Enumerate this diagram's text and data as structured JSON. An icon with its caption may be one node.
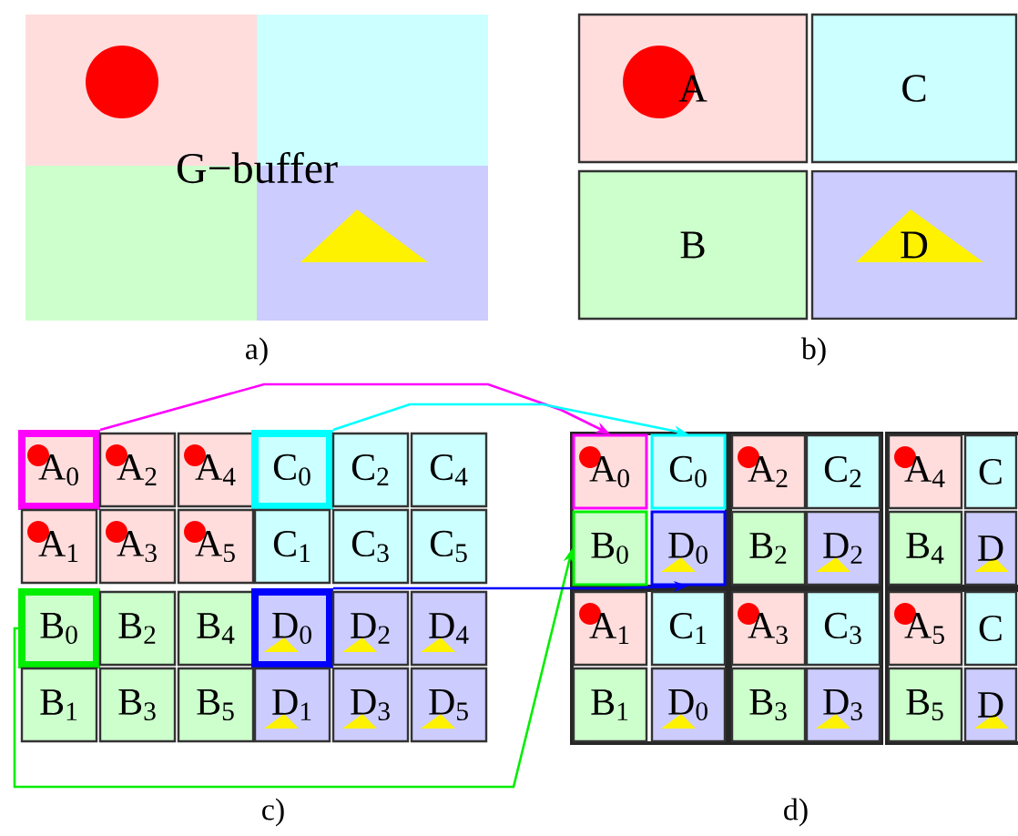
{
  "diagram": {
    "nodes": [
      {
        "text": [
          "G−buffer"
        ]
      },
      {
        "text": [
          "A"
        ]
      },
      {
        "text": [
          "C"
        ]
      },
      {
        "text": [
          "B"
        ]
      },
      {
        "text": [
          "D"
        ]
      },
      {
        "text": [
          "A$_{0}$"
        ]
      },
      {
        "text": [
          "A$_{2}$"
        ]
      },
      {
        "text": [
          "A$_{4}$"
        ]
      },
      {
        "text": [
          "C$_{0}$"
        ]
      },
      {
        "text": [
          "C$_{2}$"
        ]
      },
      {
        "text": [
          "C$_{4}$"
        ]
      },
      {
        "text": [
          "A$_{1}$"
        ]
      },
      {
        "text": [
          "A$_{3}$"
        ]
      },
      {
        "text": [
          "A$_{5}$"
        ]
      },
      {
        "text": [
          "C$_{1}$"
        ]
      },
      {
        "text": [
          "C$_{3}$"
        ]
      },
      {
        "text": [
          "C$_{5}$"
        ]
      },
      {
        "text": [
          "B$_{0}$"
        ]
      },
      {
        "text": [
          "B$_{2}$"
        ]
      },
      {
        "text": [
          "B$_{4}$"
        ]
      },
      {
        "text": [
          "D$_{0}$"
        ]
      },
      {
        "text": [
          "D$_{2}$"
        ]
      },
      {
        "text": [
          "D$_{4}$"
        ]
      },
      {
        "text": [
          "B$_{1}$"
        ]
      },
      {
        "text": [
          "B$_{3}$"
        ]
      },
      {
        "text": [
          "B$_{5}$"
        ]
      },
      {
        "text": [
          "D$_{1}$"
        ]
      },
      {
        "text": [
          "D$_{3}$"
        ]
      },
      {
        "text": [
          "D$_{5}$"
        ]
      },
      {
        "text": [
          "A$_{0}$"
        ]
      },
      {
        "text": [
          "C$_{0}$"
        ]
      },
      {
        "text": [
          "A$_{2}$"
        ]
      },
      {
        "text": [
          "C$_{2}$"
        ]
      },
      {
        "text": [
          "A$_{4}$"
        ]
      },
      {
        "text": [
          "C"
        ]
      },
      {
        "text": [
          "B$_{0}$"
        ]
      },
      {
        "text": [
          "D$_{0}$"
        ]
      },
      {
        "text": [
          "B$_{2}$"
        ]
      },
      {
        "text": [
          "D$_{2}$"
        ]
      },
      {
        "text": [
          "B$_{4}$"
        ]
      },
      {
        "text": [
          "D"
        ]
      },
      {
        "text": [
          "A$_{1}$"
        ]
      },
      {
        "text": [
          "C$_{1}$"
        ]
      },
      {
        "text": [
          "A$_{3}$"
        ]
      },
      {
        "text": [
          "C$_{3}$"
        ]
      },
      {
        "text": [
          "A$_{5}$"
        ]
      },
      {
        "text": [
          "C"
        ]
      },
      {
        "text": [
          "B$_{1}$"
        ]
      },
      {
        "text": [
          "D$_{0}$"
        ]
      },
      {
        "text": [
          "B$_{3}$"
        ]
      },
      {
        "text": [
          "D$_{3}$"
        ]
      },
      {
        "text": [
          "B$_{5}$"
        ]
      },
      {
        "text": [
          "D"
        ]
      }
    ],
    "edges": [
      {
        "from": 5,
        "to": 29,
        "arrow": "to",
        "color": "#ff00ff"
      },
      {
        "from": 8,
        "to": 30,
        "arrow": "to",
        "color": "#00ffff"
      },
      {
        "from": 17,
        "to": 35,
        "arrow": "to",
        "color": "#00ee00"
      },
      {
        "from": 20,
        "to": 36,
        "arrow": "to",
        "color": "#0000ff"
      }
    ],
    "labels": [
      "a)",
      "b)",
      "c)",
      "d)"
    ]
  }
}
